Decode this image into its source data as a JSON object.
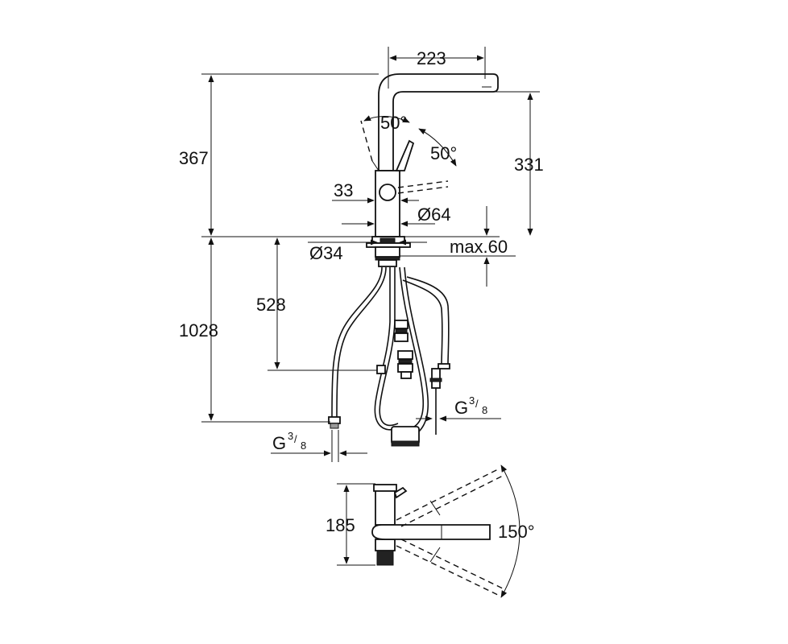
{
  "dimensions": {
    "width_spout_reach": "223",
    "total_height": "367",
    "spout_height": "331",
    "angle_spout": "50°",
    "angle_lever": "50°",
    "lever_offset": "33",
    "body_diameter": "Ø64",
    "hole_diameter": "Ø34",
    "deck_thickness": "max.60",
    "hose_length_short": "528",
    "hose_length_long": "1028",
    "connection_right": "G",
    "connection_left": "G",
    "thread_numerator": "3",
    "thread_denominator": "8",
    "top_view_height": "185",
    "swivel_angle": "150°"
  }
}
